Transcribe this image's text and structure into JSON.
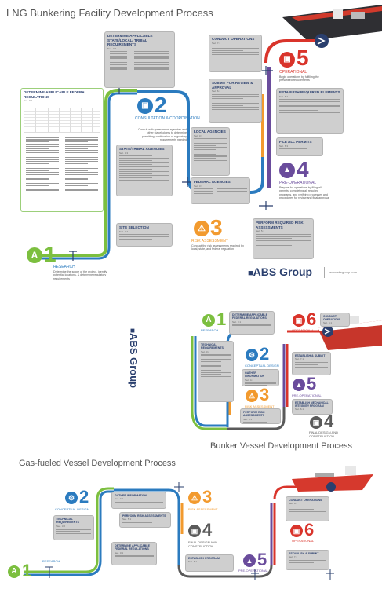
{
  "panel1": {
    "title": "LNG Bunkering Facility Development Process",
    "boxes": {
      "federal": {
        "title": "DETERMINE APPLICABLE FEDERAL REGULATIONS",
        "sub": "Sec. 3.1"
      },
      "state_local": {
        "title": "DETERMINE APPLICABLE STATE/LOCAL/ TRIBAL REQUIREMENTS",
        "sub": "Sec. 3.2"
      },
      "state_tribal": {
        "title": "STATE/TRIBAL AGENCIES",
        "sub": "Sec. 3.3"
      },
      "local": {
        "title": "LOCAL AGENCIES",
        "sub": "Sec. 3.3"
      },
      "federal_agencies": {
        "title": "FEDERAL AGENCIES",
        "sub": "Sec. 3.3"
      },
      "site": {
        "title": "SITE SELECTION",
        "sub": "Sec. 3.4"
      },
      "conduct": {
        "title": "CONDUCT OPERATIONS",
        "sub": "Sec. 7.1"
      },
      "submit": {
        "title": "SUBMIT FOR REVIEW & APPROVAL",
        "sub": "Sec. 6.1"
      },
      "establish": {
        "title": "ESTABLISH REQUIRED ELEMENTS",
        "sub": "Sec. 6.2"
      },
      "permits": {
        "title": "FILE ALL PERMITS",
        "sub": "Sec. 6.3"
      },
      "risk": {
        "title": "PERFORM REQUIRED RISK ASSESSMENTS",
        "sub": "Sec. 5.1"
      }
    },
    "steps": {
      "research": {
        "num": "1",
        "label": "RESEARCH",
        "desc": "Determine the scope of the project, identify potential locations, & determine regulatory requirements"
      },
      "consult": {
        "num": "2",
        "label": "CONSULTATION & COORDINATION",
        "desc": "Consult with government agencies and other stakeholders to determine permitting, certification or regulatory requirements needed"
      },
      "riskstep": {
        "num": "3",
        "label": "RISK ASSESSMENT",
        "desc": "Conduct the risk assessments required by local, state, and federal regulation"
      },
      "preop": {
        "num": "4",
        "label": "PRE-OPERATIONAL",
        "desc": "Prepare for operations by filing all permits, completing all required programs, and verifying processes and procedures for review and final approval"
      },
      "operational": {
        "num": "5",
        "label": "OPERATIONAL",
        "desc": "Begin operations by fulfilling the prescribed requirements"
      }
    },
    "logo": "ABS Group",
    "url": "www.absgroup.com"
  },
  "panel2": {
    "title": "Bunker Vessel Development Process",
    "logo": "ABS Group",
    "boxes": {
      "federal": {
        "title": "DETERMINE APPLICABLE FEDERAL REGULATIONS",
        "sub": "Sec. 3.1"
      },
      "technical": {
        "title": "TECHNICAL REQUIREMENTS",
        "sub": "Sec. 3.2"
      },
      "gather": {
        "title": "GATHER INFORMATION",
        "sub": "Sec. 4.1"
      },
      "riskbox": {
        "title": "PERFORM RISK ASSESSMENTS",
        "sub": "Sec. 5.1"
      },
      "conduct": {
        "title": "CONDUCT OPERATIONS",
        "sub": "Sec. 8.1"
      },
      "establish": {
        "title": "ESTABLISH & SUBMIT",
        "sub": "Sec. 7.1"
      },
      "mechanical": {
        "title": "ESTABLISH MECHANICAL INTEGRITY PROGRAM",
        "sub": "Sec. 6.1"
      }
    },
    "steps": {
      "research": {
        "num": "1",
        "label": "RESEARCH"
      },
      "concept": {
        "num": "2",
        "label": "CONCEPTUAL DESIGN"
      },
      "risk": {
        "num": "3",
        "label": "RISK ASSESSMENT"
      },
      "final": {
        "num": "4",
        "label": "FINAL DESIGN AND CONSTRUCTION"
      },
      "preop": {
        "num": "5",
        "label": "PRE-OPERATIONAL"
      },
      "operational": {
        "num": "6",
        "label": "OPERATIONAL"
      }
    }
  },
  "panel3": {
    "title": "Gas-fueled Vessel Development Process",
    "boxes": {
      "technical": {
        "title": "TECHNICAL REQUIREMENTS",
        "sub": "Sec. 3.2"
      },
      "federal": {
        "title": "DETERMINE APPLICABLE FEDERAL REGULATIONS",
        "sub": "Sec. 3.1"
      },
      "gather": {
        "title": "GATHER INFORMATION",
        "sub": "Sec. 4.1"
      },
      "riskbox": {
        "title": "PERFORM RISK ASSESSMENTS",
        "sub": "Sec. 5.1"
      },
      "program": {
        "title": "ESTABLISH PROGRAM",
        "sub": "Sec. 6.1"
      },
      "conduct": {
        "title": "CONDUCT OPERATIONS",
        "sub": "Sec. 8.1"
      },
      "submit": {
        "title": "ESTABLISH & SUBMIT",
        "sub": "Sec. 7.1"
      }
    },
    "steps": {
      "research": {
        "num": "1",
        "label": "RESEARCH"
      },
      "concept": {
        "num": "2",
        "label": "CONCEPTUAL DESIGN"
      },
      "risk": {
        "num": "3",
        "label": "RISK ASSESSMENT"
      },
      "final": {
        "num": "4",
        "label": "FINAL DESIGN AND CONSTRUCTION"
      },
      "preop": {
        "num": "5",
        "label": "PRE-OPERATIONAL"
      },
      "operational": {
        "num": "6",
        "label": "OPERATIONAL"
      }
    }
  },
  "colors": {
    "green": "#7cbf3f",
    "blue": "#2b7bbf",
    "orange": "#f29a2e",
    "purple": "#6a4c9c",
    "red": "#d9342b",
    "gray": "#5a5a5a",
    "navy": "#2a3f6e"
  }
}
